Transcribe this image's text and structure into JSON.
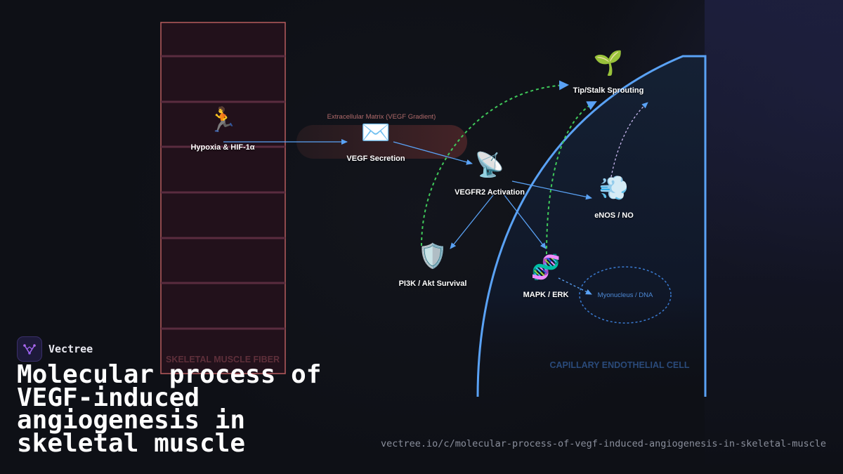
{
  "brand": {
    "name": "Vectree",
    "logo_icon": "vectree-logo-icon"
  },
  "title": "Molecular process of VEGF-induced angiogenesis in skeletal muscle",
  "url": "vectree.io/c/molecular-process-of-vegf-induced-angiogenesis-in-skeletal-muscle",
  "regions": {
    "muscle": "SKELETAL MUSCLE FIBER",
    "capillary": "CAPILLARY ENDOTHELIAL CELL",
    "ecm": "Extracellular Matrix (VEGF Gradient)",
    "nucleus": "Myonucleus / DNA"
  },
  "nodes": [
    {
      "id": "hypoxia",
      "label": "Hypoxia & HIF-1α",
      "icon": "🏃",
      "icon_name": "running-person-icon"
    },
    {
      "id": "vegf",
      "label": "VEGF Secretion",
      "icon": "✉️",
      "icon_name": "envelope-icon"
    },
    {
      "id": "vegfr2",
      "label": "VEGFR2 Activation",
      "icon": "📡",
      "icon_name": "satellite-dish-icon"
    },
    {
      "id": "pi3k",
      "label": "PI3K / Akt Survival",
      "icon": "🛡️",
      "icon_name": "shield-icon"
    },
    {
      "id": "mapk",
      "label": "MAPK / ERK",
      "icon": "🧬",
      "icon_name": "dna-icon"
    },
    {
      "id": "enos",
      "label": "eNOS / NO",
      "icon": "💨",
      "icon_name": "dash-wind-icon"
    },
    {
      "id": "sprout",
      "label": "Tip/Stalk Sprouting",
      "icon": "🌱",
      "icon_name": "seedling-icon"
    }
  ],
  "colors": {
    "muscle_border": "#d46a6a",
    "muscle_fill": "#2a141f",
    "muscle_label": "#5e2f3a",
    "capillary_border": "#5aa2f5",
    "capillary_label": "#2a4a7a",
    "arrow_solid": "#5aa2f5",
    "arrow_green": "#3fc85a",
    "arrow_lavender": "#c9b8f0",
    "nucleus_border": "#3a7ad0"
  }
}
